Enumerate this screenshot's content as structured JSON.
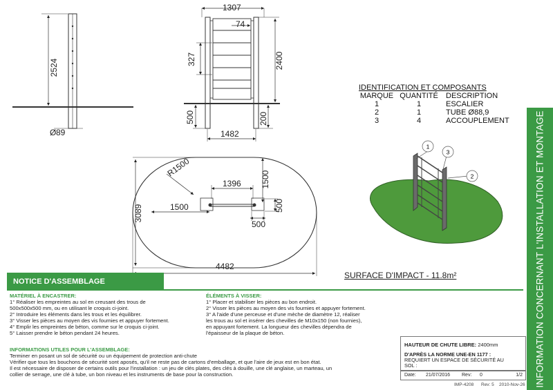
{
  "drawing": {
    "side_view": {
      "height": "2524",
      "diameter": "89"
    },
    "front_view": {
      "width_top": "1307",
      "rung_width": "74",
      "rung_spacing": "327",
      "height": "2400",
      "base_width": "1482",
      "depth_left": "500",
      "depth_right": "200"
    },
    "plan_view": {
      "radius": "R1500",
      "length": "4482",
      "width": "3089",
      "post_spacing": "1396",
      "offset_left": "1500",
      "offset_top": "1500",
      "footing_width": "500",
      "footing_depth": "500"
    },
    "callouts": [
      "1",
      "2",
      "3"
    ]
  },
  "components": {
    "title": "IDENTIFICATION ET COMPOSANTS",
    "headers": [
      "MARQUE",
      "QUANTITÉ",
      "DESCRIPTION"
    ],
    "rows": [
      [
        "1",
        "1",
        "ESCALIER"
      ],
      [
        "2",
        "1",
        "TUBE Ø88,9"
      ],
      [
        "3",
        "4",
        "ACCOUPLEMENT"
      ]
    ]
  },
  "impact_surface": "SURFACE D'IMPACT - 11.8m²",
  "sidebar_title": "INFORMATION CONCERNANT L'INSTALLATION ET MONTAGE",
  "notice_title": "NOTICE D'ASSEMBLAGE",
  "materiel": {
    "title": "MATÉRIEL À ENCASTRER:",
    "lines": [
      "1° Réaliser les empreintes au sol en creusant des trous de",
      "500x500x500 mm, ou en utilisant le croquis ci-joint.",
      "2° Introduire les éléments dans les trous et les équilibrer.",
      "3° Visser les pièces au moyen des vis fournies et appuyer fortement.",
      "4° Emplir les empreintes de béton, comme sur le croquis ci-joint.",
      "5° Laisser prendre le béton pendant 24 heures."
    ]
  },
  "elements": {
    "title": "ÉLÉMENTS À VISSER:",
    "lines": [
      "1° Placer et stabiliser les pièces au bon endroit.",
      "2° Visser les pièces au moyen des vis fournies et appuyer fortement.",
      "3° A l'aide d'une perceuse et d'une mèche de diamètre 12, réaliser",
      "les trous au sol et insérer des chevilles de M10x150 (non fournies),",
      "en appuyant fortement. La longueur des chevilles dépendra de",
      "l'épaisseur de la plaque de béton."
    ]
  },
  "infos": {
    "title": "INFORMATIONS UTILES POUR L'ASSEMBLAGE:",
    "lines": [
      "Terminer en posant un sol de sécurité ou un équipement de protection anti-chute",
      "Vérifier que tous les bouchons de sécurité sont aposés, qu'il ne reste pas de cartons d'emballage, et que l'aire de jeux est en bon état.",
      "Il est nécessaire de disposer de certains outils pour l'installation : un jeu de clés plates, des clés à douille, une clé anglaise, un marteau, un",
      "collier de serrage, une clé à tube, un bon niveau et les instruments de base pour la construction."
    ]
  },
  "chute": {
    "label": "HAUTEUR DE CHUTE LIBRE:",
    "value": "2400mm"
  },
  "norme": {
    "label": "D'APRÈS LA NORME UNE-EN 1177 :",
    "lines": [
      "REQUIERT UN ESPACE DE SÉCURITÉ AU",
      "SOL :"
    ]
  },
  "meta": {
    "date_label": "Date:",
    "date": "21/07/2016",
    "rev_label": "Rev:",
    "rev": "0",
    "page": "1/2"
  },
  "footer": {
    "code": "IMP-4208",
    "rev": "Rev: 5",
    "date": "2010-Nov-26"
  },
  "colors": {
    "accent": "#3b9a45",
    "grass": "#4e9a3c"
  }
}
